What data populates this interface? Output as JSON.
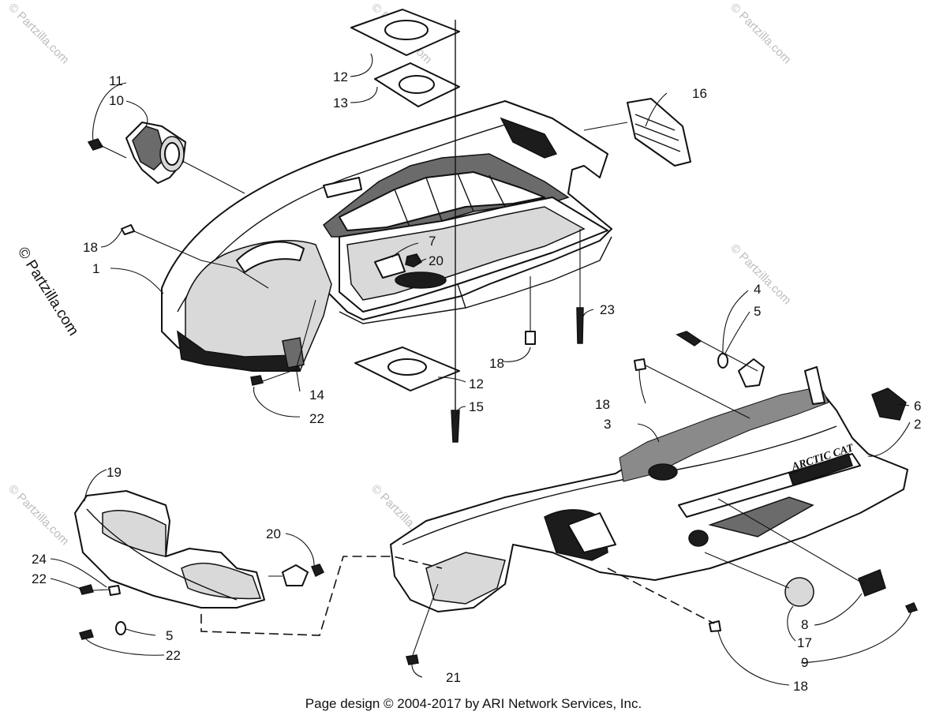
{
  "diagram": {
    "callouts": {
      "c1": "1",
      "c2": "2",
      "c3": "3",
      "c4": "4",
      "c5a": "5",
      "c5b": "5",
      "c6": "6",
      "c7": "7",
      "c8": "8",
      "c9": "9",
      "c10": "10",
      "c11": "11",
      "c12a": "12",
      "c12b": "12",
      "c13": "13",
      "c14": "14",
      "c15": "15",
      "c16": "16",
      "c17": "17",
      "c18a": "18",
      "c18b": "18",
      "c18c": "18",
      "c18d": "18",
      "c19": "19",
      "c20a": "20",
      "c20b": "20",
      "c21": "21",
      "c22a": "22",
      "c22b": "22",
      "c22c": "22",
      "c23": "23",
      "c24": "24"
    },
    "hood_logo_text": "ARCTIC CAT",
    "watermark": "© Partzilla.com",
    "side_watermark": "© Partzilla.com"
  },
  "footer": {
    "credit": "Page design © 2004-2017 by ARI Network Services, Inc."
  },
  "colors": {
    "line": "#111111",
    "paper": "#ffffff",
    "watermark": "#bdbdbd"
  }
}
